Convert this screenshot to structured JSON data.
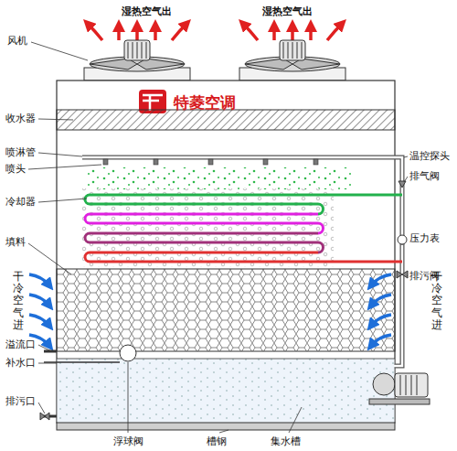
{
  "diagram": {
    "labels": [
      "湿热空气出",
      "湿热空气出",
      "风机",
      "特菱空调",
      "收水器",
      "喷淋管",
      "喷头",
      "温控探头",
      "排气阀",
      "冷却器",
      "填料",
      "压力表",
      "排污阀",
      "干冷空气进",
      "干冷空气进",
      "溢流口",
      "补水口",
      "排污口",
      "浮球阀",
      "槽钢",
      "集水槽"
    ]
  }
}
